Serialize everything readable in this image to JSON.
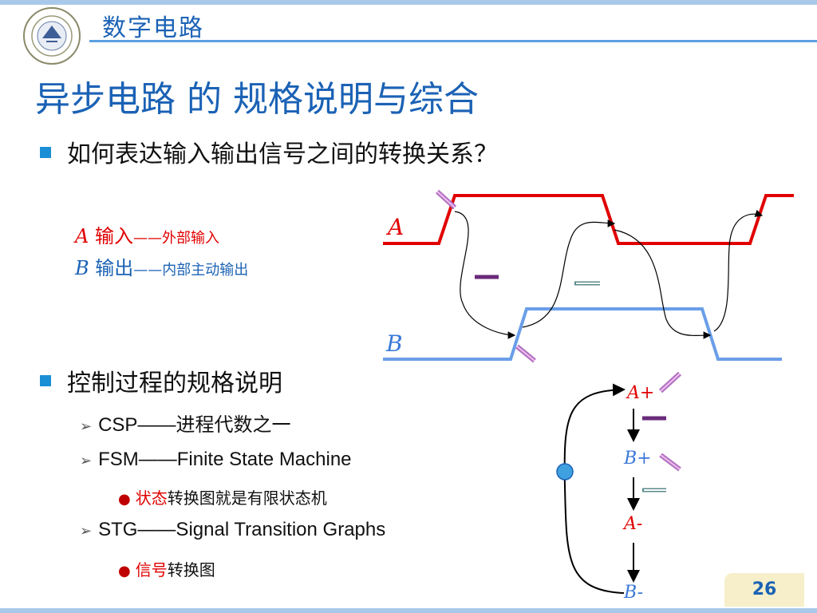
{
  "header": {
    "course_title": "数字电路"
  },
  "slide": {
    "title": "异步电路 的 规格说明与综合",
    "bullet1": "如何表达输入输出信号之间的转换关系？",
    "legend": {
      "a_name": "A",
      "a_text": " 输入",
      "a_desc": "——外部输入",
      "b_name": "B",
      "b_text": " 输出",
      "b_desc": "——内部主动输出"
    },
    "waveform": {
      "label_a": "A",
      "label_b": "B"
    },
    "bullet2": "控制过程的规格说明",
    "sub_items": [
      {
        "text": "CSP——进程代数之一"
      },
      {
        "text": "FSM——Finite State Machine"
      },
      {
        "text": "STG——Signal Transition Graphs"
      }
    ],
    "fsm_note": {
      "highlight": "状态",
      "rest": "转换图就是有限状态机"
    },
    "stg_note": {
      "highlight": "信号",
      "rest": "转换图"
    },
    "stg": {
      "n1": "A+",
      "n2": "B+",
      "n3": "A-",
      "n4": "B-"
    }
  },
  "footer": {
    "page_number": "26"
  },
  "colors": {
    "accent": "#1b62b5",
    "signal_a": "#e00000",
    "signal_b": "#6a9ee8",
    "page_box": "#f6efc9"
  }
}
